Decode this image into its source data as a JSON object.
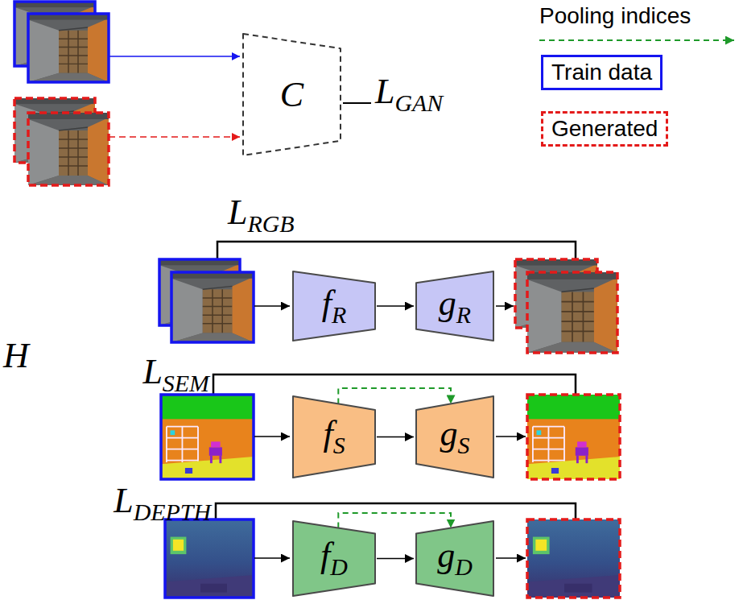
{
  "diagram": {
    "nodes": [
      {
        "text": [
          "C"
        ]
      },
      {
        "text": [
          "fR"
        ]
      },
      {
        "text": [
          "gR"
        ]
      },
      {
        "text": [
          "fS"
        ]
      },
      {
        "text": [
          "gS"
        ]
      },
      {
        "text": [
          "fD"
        ]
      },
      {
        "text": [
          "gD"
        ]
      }
    ],
    "edges": [
      {
        "from": 1,
        "to": 2,
        "arrow": "to"
      },
      {
        "from": 3,
        "to": 4,
        "arrow": "to"
      },
      {
        "from": 3,
        "to": 4,
        "arrow": "to"
      },
      {
        "from": 5,
        "to": 6,
        "arrow": "to"
      },
      {
        "from": 5,
        "to": 6,
        "arrow": "to"
      }
    ],
    "labels": [
      "LGAN",
      "LRGB",
      "LSEM",
      "LDEPTH",
      "H"
    ],
    "legend": [
      {
        "text": "Pooling indices"
      },
      {
        "text": "Train data"
      },
      {
        "text": "Generated"
      }
    ]
  }
}
